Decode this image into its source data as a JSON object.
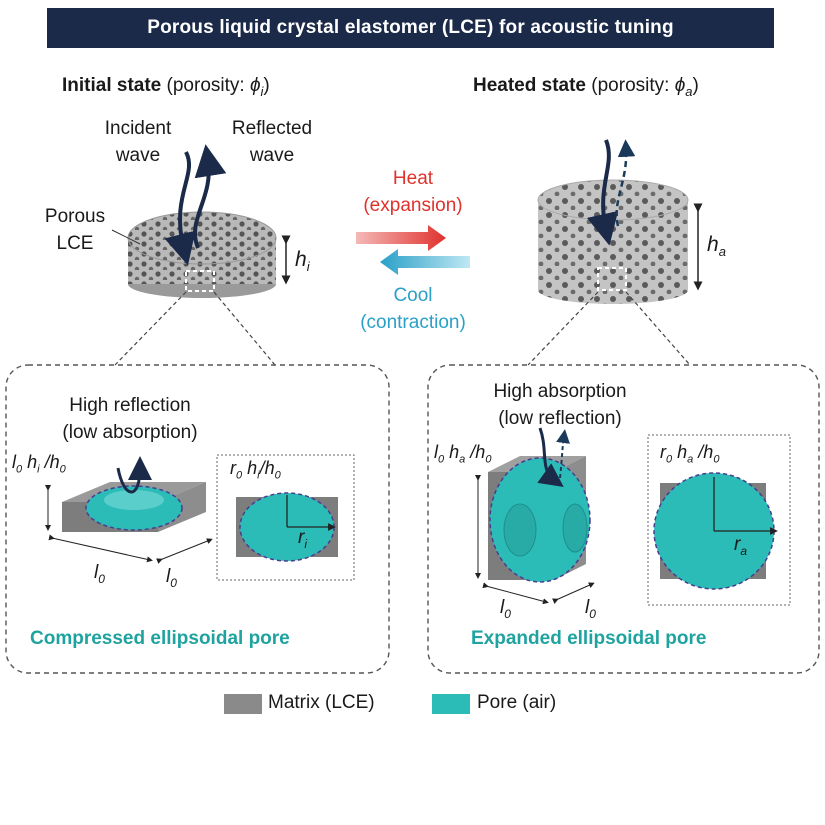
{
  "banner": {
    "title": "Porous liquid crystal elastomer (LCE) for acoustic tuning"
  },
  "left_state": {
    "name": "Initial state",
    "porosity_text": "(porosity: ",
    "symbol": "ϕ",
    "sub": "i",
    "close": ")"
  },
  "right_state": {
    "name": "Heated state",
    "porosity_text": "(porosity: ",
    "symbol": "ϕ",
    "sub": "a",
    "close": ")"
  },
  "waves": {
    "incident_1": "Incident",
    "incident_2": "wave",
    "reflected_1": "Reflected",
    "reflected_2": "wave"
  },
  "porous_lce": {
    "line1": "Porous",
    "line2": "LCE"
  },
  "transition": {
    "heat": "Heat",
    "heat_sub": "(expansion)",
    "cool": "Cool",
    "cool_sub": "(contraction)"
  },
  "heights": {
    "left": "h",
    "left_sub": "i",
    "right": "h",
    "right_sub": "a"
  },
  "left_panel": {
    "title_1": "High reflection",
    "title_2": "(low absorption)",
    "dim_top": "l",
    "dim_top_sub": "0",
    "dim_h": "h",
    "dim_h_sub": "i",
    "dim_slash": "/h",
    "dim_slash_sub": "0",
    "radius_r": "r",
    "radius_r_sub": "0",
    "radius_h": "h",
    "radius_h_sub": "i",
    "radius_slash": "/h",
    "radius_slash_sub": "0",
    "ri": "r",
    "ri_sub": "i",
    "edge_a": "l",
    "edge_a_sub": "0",
    "edge_b": "l",
    "edge_b_sub": "0",
    "caption": "Compressed ellipsoidal pore"
  },
  "right_panel": {
    "title_1": "High absorption",
    "title_2": "(low reflection)",
    "dim_top": "l",
    "dim_top_sub": "0",
    "dim_h": "h",
    "dim_h_sub": "a",
    "dim_slash": "/h",
    "dim_slash_sub": "0",
    "radius_r": "r",
    "radius_r_sub": "0",
    "radius_h": "h",
    "radius_h_sub": "a",
    "radius_slash": "/h",
    "radius_slash_sub": "0",
    "ra": "r",
    "ra_sub": "a",
    "edge_a": "l",
    "edge_a_sub": "0",
    "edge_b": "l",
    "edge_b_sub": "0",
    "caption": "Expanded ellipsoidal pore"
  },
  "legend": {
    "matrix": "Matrix (LCE)",
    "pore": "Pore (air)"
  },
  "colors": {
    "navy": "#1b2a49",
    "matrix": "#8a8a8a",
    "pore": "#2bbcb8",
    "heat": "#e0322d",
    "cool": "#2aa0c8",
    "caption": "#1fa3a0"
  }
}
